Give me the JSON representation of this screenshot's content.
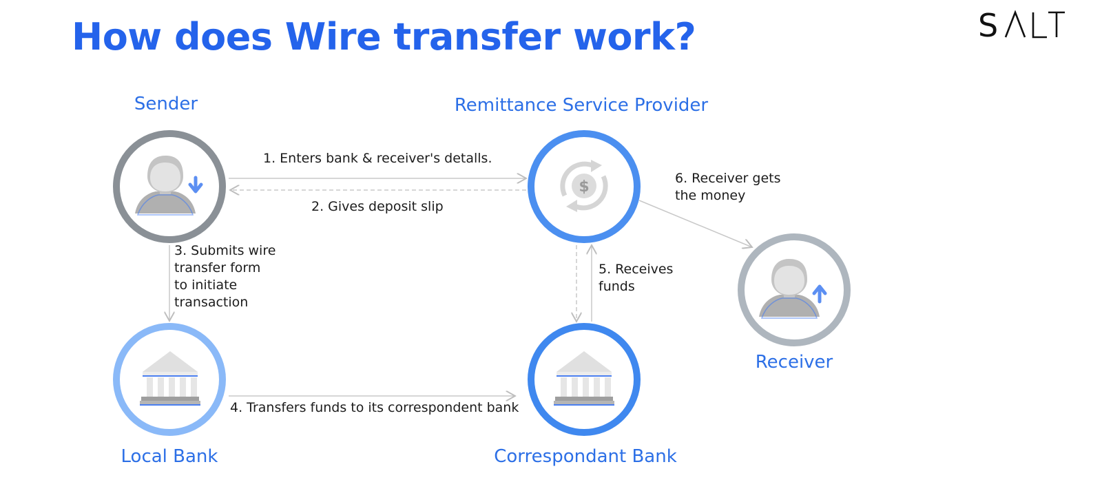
{
  "title": "How does Wire transfer work?",
  "brand": {
    "logo_text": "SALT",
    "icon": "salt-logo-icon"
  },
  "colors": {
    "title": "#2463eb",
    "label": "#2c6fe6",
    "sender_ring": "#8a9096",
    "remittance_ring": "#4b8ff0",
    "receiver_ring": "#aeb6be",
    "local_bank_ring": "#8ab9f8",
    "correspondent_ring": "#3f88ef",
    "connector": "#c8c8c8"
  },
  "nodes": {
    "sender": {
      "label": "Sender",
      "icon": "person-download-icon"
    },
    "remittance": {
      "label": "Remittance Service Provider",
      "icon": "currency-exchange-icon"
    },
    "receiver": {
      "label": "Receiver",
      "icon": "person-upload-icon"
    },
    "local_bank": {
      "label": "Local Bank",
      "icon": "bank-building-icon"
    },
    "correspondent": {
      "label": "Correspondant Bank",
      "icon": "bank-building-icon"
    }
  },
  "steps": {
    "s1": {
      "lines": [
        "1. Enters bank & receiver's detalls."
      ]
    },
    "s2": {
      "lines": [
        "2. Gives deposit slip"
      ]
    },
    "s3": {
      "lines": [
        "3. Submits wire",
        "transfer form",
        "to initiate",
        "transaction"
      ]
    },
    "s4": {
      "lines": [
        "4. Transfers funds to its correspondent bank"
      ]
    },
    "s5": {
      "lines": [
        "5. Receives",
        "funds"
      ]
    },
    "s6": {
      "lines": [
        "6. Receiver gets",
        "the money"
      ]
    }
  }
}
